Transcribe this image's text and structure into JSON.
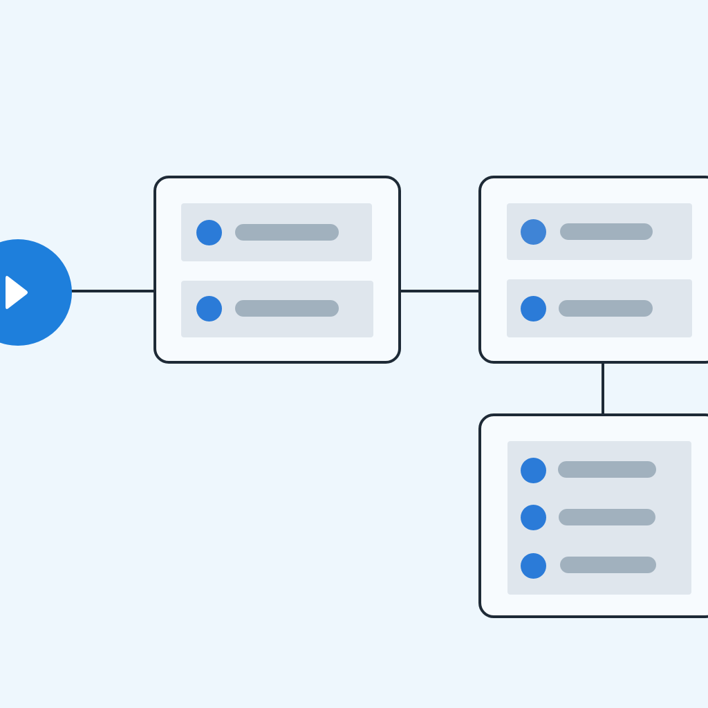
{
  "diagram": {
    "start": {
      "icon": "play-icon",
      "color": "#1e7fdc"
    },
    "nodes": [
      {
        "id": "node-1",
        "rows": 2
      },
      {
        "id": "node-2",
        "rows": 2
      },
      {
        "id": "node-3",
        "rows": 3
      }
    ],
    "connections": [
      {
        "from": "start",
        "to": "node-1"
      },
      {
        "from": "node-1",
        "to": "node-2"
      },
      {
        "from": "node-2",
        "to": "node-3"
      }
    ],
    "colors": {
      "background": "#eef7fd",
      "node_border": "#1e2a36",
      "row_card": "#dfe6ed",
      "dot": "#2b7bd8",
      "bar": "#a1b1be"
    }
  }
}
